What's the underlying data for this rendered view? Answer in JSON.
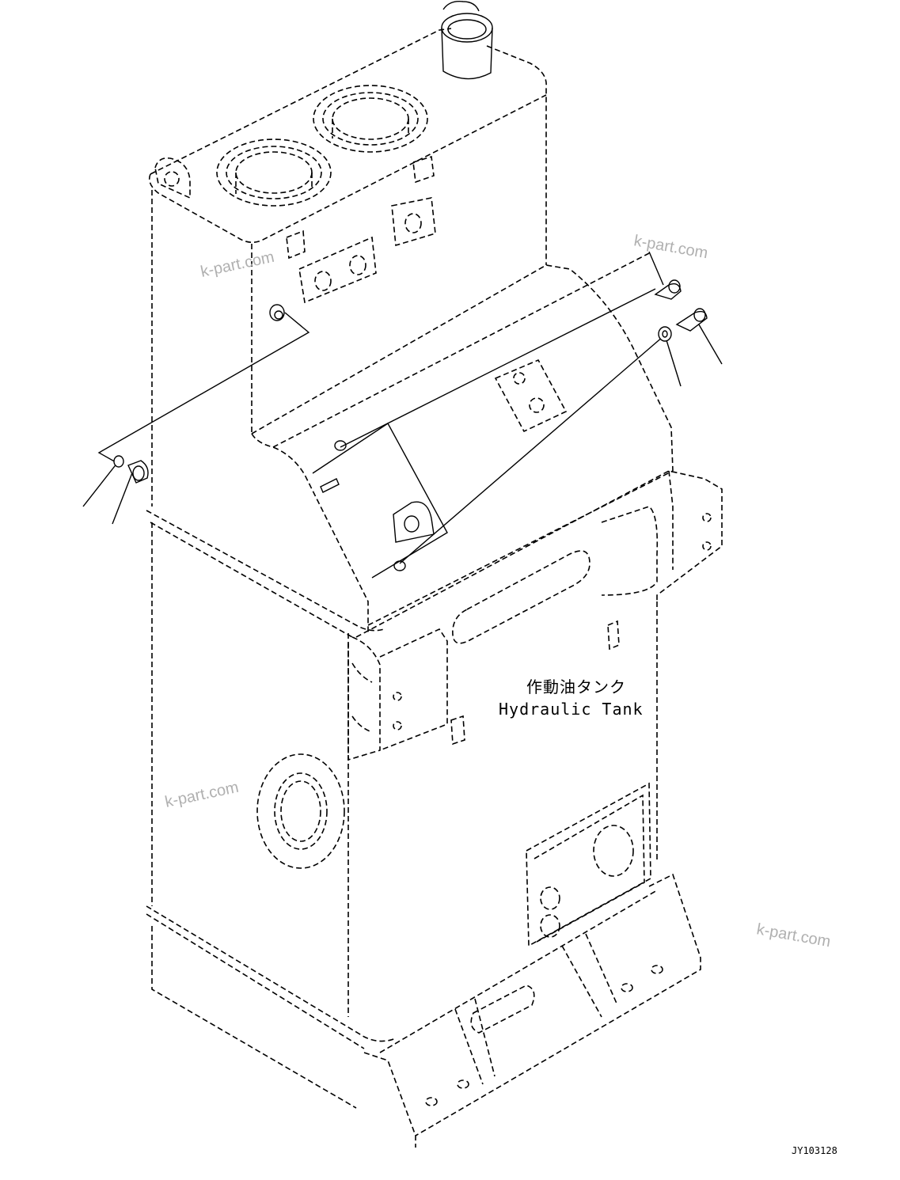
{
  "tank_label_jp": "作動油タンク",
  "tank_label_en": "Hydraulic Tank",
  "drawing_code": "JY103128",
  "watermarks": [
    "k-part.com",
    "k-part.com",
    "k-part.com",
    "k-part.com"
  ]
}
